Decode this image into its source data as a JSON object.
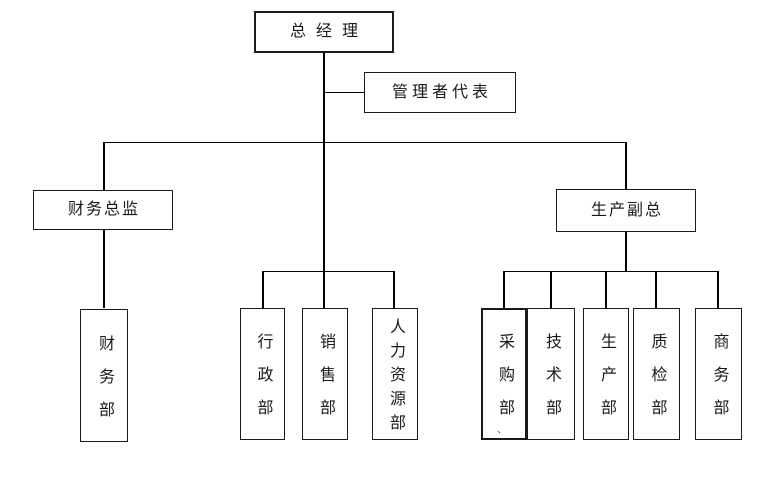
{
  "org_chart": {
    "general_manager": {
      "label": "总经理"
    },
    "management_representative": {
      "label": "管理者代表"
    },
    "finance_director": {
      "label": "财务总监"
    },
    "production_vice_president": {
      "label": "生产副总"
    },
    "finance_director_departments": [
      {
        "label": "财务部"
      }
    ],
    "general_manager_departments": [
      {
        "label": "行政部"
      },
      {
        "label": "销售部"
      },
      {
        "label": "人力资源部"
      }
    ],
    "production_vp_departments": [
      {
        "label": "采购部"
      },
      {
        "label": "技术部"
      },
      {
        "label": "生产部"
      },
      {
        "label": "质检部"
      },
      {
        "label": "商务部"
      }
    ],
    "stray_mark": "、",
    "colors": {
      "line": "#000000",
      "text": "#1a1a1a",
      "background": "#ffffff"
    }
  }
}
